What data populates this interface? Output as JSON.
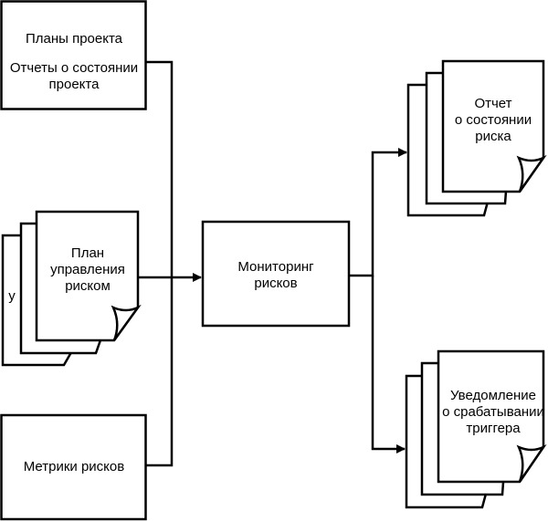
{
  "inputs": {
    "project_box": {
      "lines": [
        "Планы проекта",
        "Отчеты о состоянии",
        "проекта"
      ]
    },
    "risk_plan_doc": {
      "lines": [
        "План",
        "управления",
        "риском"
      ],
      "hidden_fragment": "у"
    },
    "metrics_box": {
      "label": "Метрики рисков"
    }
  },
  "process": {
    "lines": [
      "Мониторинг",
      "рисков"
    ]
  },
  "outputs": {
    "risk_status_report": {
      "lines": [
        "Отчет",
        "о состоянии",
        "риска"
      ]
    },
    "trigger_notification": {
      "lines": [
        "Уведомление",
        "о срабатывании",
        "триггера"
      ]
    }
  }
}
